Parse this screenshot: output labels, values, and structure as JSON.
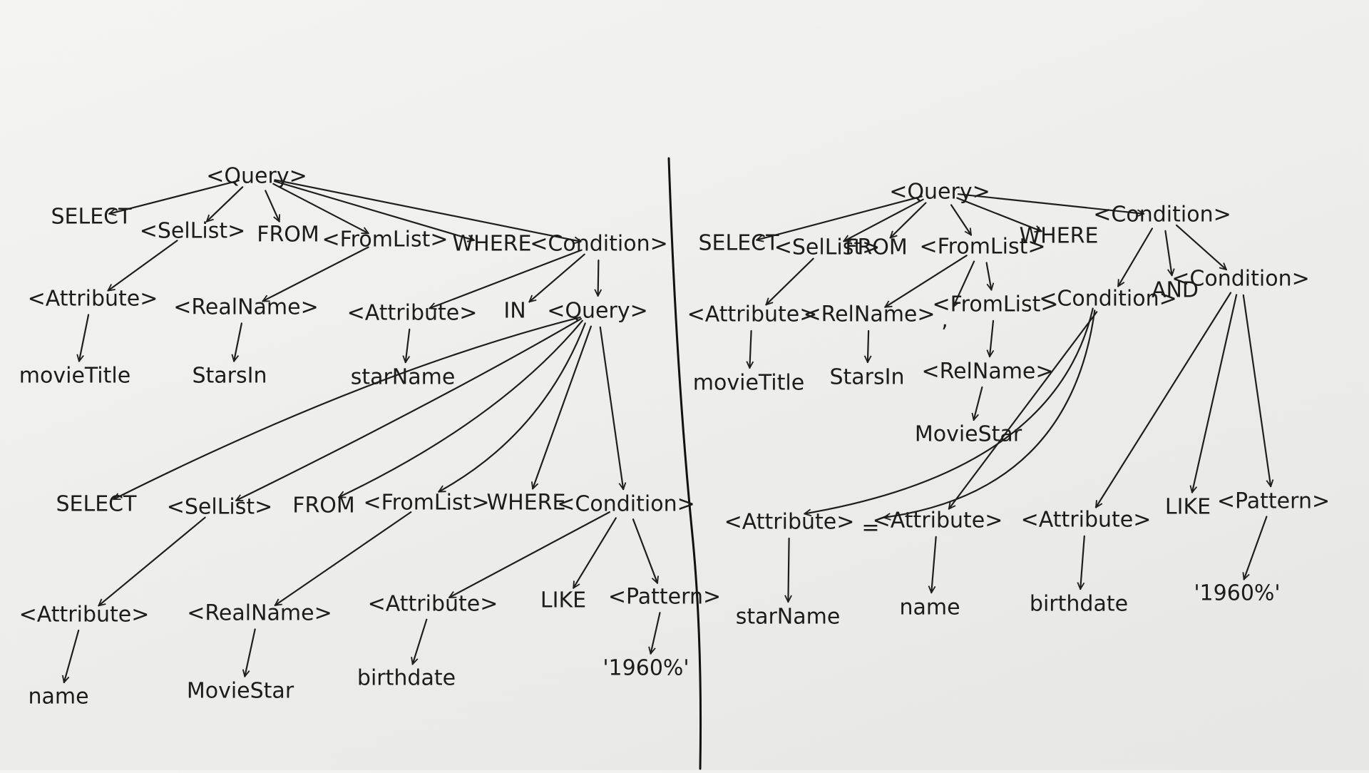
{
  "left_tree": {
    "nodes": [
      {
        "id": "q",
        "label": "<Query>"
      },
      {
        "id": "sel",
        "label": "SELECT"
      },
      {
        "id": "sellist",
        "label": "<SelList>"
      },
      {
        "id": "from",
        "label": "FROM"
      },
      {
        "id": "fromlist",
        "label": "<FromList>"
      },
      {
        "id": "where",
        "label": "WHERE"
      },
      {
        "id": "cond",
        "label": "<Condition>"
      },
      {
        "id": "attr1",
        "label": "<Attribute>"
      },
      {
        "id": "rel1",
        "label": "<RealName>"
      },
      {
        "id": "attr2",
        "label": "<Attribute>"
      },
      {
        "id": "in",
        "label": "IN"
      },
      {
        "id": "q2",
        "label": "<Query>"
      },
      {
        "id": "movietitle",
        "label": "movieTitle"
      },
      {
        "id": "starsin",
        "label": "StarsIn"
      },
      {
        "id": "starname",
        "label": "starName"
      },
      {
        "id": "sel2",
        "label": "SELECT"
      },
      {
        "id": "sellist2",
        "label": "<SelList>"
      },
      {
        "id": "from2",
        "label": "FROM"
      },
      {
        "id": "fromlist2",
        "label": "<FromList>"
      },
      {
        "id": "where2",
        "label": "WHERE"
      },
      {
        "id": "cond2",
        "label": "<Condition>"
      },
      {
        "id": "attr3",
        "label": "<Attribute>"
      },
      {
        "id": "rel2",
        "label": "<RealName>"
      },
      {
        "id": "attr4",
        "label": "<Attribute>"
      },
      {
        "id": "like",
        "label": "LIKE"
      },
      {
        "id": "pat",
        "label": "<Pattern>"
      },
      {
        "id": "name",
        "label": "name"
      },
      {
        "id": "moviestar",
        "label": "MovieStar"
      },
      {
        "id": "birthdate",
        "label": "birthdate"
      },
      {
        "id": "val",
        "label": "'1960%'"
      }
    ],
    "edges": [
      [
        "q",
        "sel"
      ],
      [
        "q",
        "sellist"
      ],
      [
        "q",
        "from"
      ],
      [
        "q",
        "fromlist"
      ],
      [
        "q",
        "where"
      ],
      [
        "q",
        "cond"
      ],
      [
        "sellist",
        "attr1"
      ],
      [
        "fromlist",
        "rel1"
      ],
      [
        "cond",
        "attr2"
      ],
      [
        "cond",
        "in"
      ],
      [
        "cond",
        "q2"
      ],
      [
        "attr1",
        "movietitle"
      ],
      [
        "rel1",
        "starsin"
      ],
      [
        "attr2",
        "starname"
      ],
      [
        "q2",
        "sel2"
      ],
      [
        "q2",
        "sellist2"
      ],
      [
        "q2",
        "from2"
      ],
      [
        "q2",
        "fromlist2"
      ],
      [
        "q2",
        "where2"
      ],
      [
        "q2",
        "cond2"
      ],
      [
        "sellist2",
        "attr3"
      ],
      [
        "fromlist2",
        "rel2"
      ],
      [
        "cond2",
        "attr4"
      ],
      [
        "cond2",
        "like"
      ],
      [
        "cond2",
        "pat"
      ],
      [
        "attr3",
        "name"
      ],
      [
        "rel2",
        "moviestar"
      ],
      [
        "attr4",
        "birthdate"
      ],
      [
        "pat",
        "val"
      ]
    ]
  },
  "right_tree": {
    "nodes": [
      {
        "id": "q",
        "label": "<Query>"
      },
      {
        "id": "sel",
        "label": "SELECT"
      },
      {
        "id": "sellist",
        "label": "<SelList>"
      },
      {
        "id": "from",
        "label": "FROM"
      },
      {
        "id": "fromlist",
        "label": "<FromList>"
      },
      {
        "id": "where",
        "label": "WHERE"
      },
      {
        "id": "cond",
        "label": "<Condition>"
      },
      {
        "id": "attr1",
        "label": "<Attribute>"
      },
      {
        "id": "reln1",
        "label": "<RelName>"
      },
      {
        "id": "comma",
        "label": ","
      },
      {
        "id": "fromlist2",
        "label": "<FromList>"
      },
      {
        "id": "cond1",
        "label": "<Condition>"
      },
      {
        "id": "and",
        "label": "AND"
      },
      {
        "id": "cond2",
        "label": "<Condition>"
      },
      {
        "id": "movietitle",
        "label": "movieTitle"
      },
      {
        "id": "starsin",
        "label": "StarsIn"
      },
      {
        "id": "reln2",
        "label": "<RelName>"
      },
      {
        "id": "moviestar",
        "label": "MovieStar"
      },
      {
        "id": "attr2",
        "label": "<Attribute>"
      },
      {
        "id": "eq",
        "label": "="
      },
      {
        "id": "attr3",
        "label": "<Attribute>"
      },
      {
        "id": "attr4",
        "label": "<Attribute>"
      },
      {
        "id": "like",
        "label": "LIKE"
      },
      {
        "id": "pat",
        "label": "<Pattern>"
      },
      {
        "id": "starname",
        "label": "starName"
      },
      {
        "id": "name",
        "label": "name"
      },
      {
        "id": "birthdate",
        "label": "birthdate"
      },
      {
        "id": "val",
        "label": "'1960%'"
      }
    ],
    "edges": [
      [
        "q",
        "sel"
      ],
      [
        "q",
        "sellist"
      ],
      [
        "q",
        "from"
      ],
      [
        "q",
        "fromlist"
      ],
      [
        "q",
        "where"
      ],
      [
        "q",
        "cond"
      ],
      [
        "sellist",
        "attr1"
      ],
      [
        "fromlist",
        "reln1"
      ],
      [
        "fromlist",
        "comma"
      ],
      [
        "fromlist",
        "fromlist2"
      ],
      [
        "cond",
        "cond1"
      ],
      [
        "cond",
        "and"
      ],
      [
        "cond",
        "cond2"
      ],
      [
        "attr1",
        "movietitle"
      ],
      [
        "reln1",
        "starsin"
      ],
      [
        "fromlist2",
        "reln2"
      ],
      [
        "reln2",
        "moviestar"
      ],
      [
        "cond1",
        "attr2"
      ],
      [
        "cond1",
        "eq"
      ],
      [
        "cond1",
        "attr3"
      ],
      [
        "cond2",
        "attr4"
      ],
      [
        "cond2",
        "like"
      ],
      [
        "cond2",
        "pat"
      ],
      [
        "attr2",
        "starname"
      ],
      [
        "attr3",
        "name"
      ],
      [
        "attr4",
        "birthdate"
      ],
      [
        "pat",
        "val"
      ]
    ]
  }
}
